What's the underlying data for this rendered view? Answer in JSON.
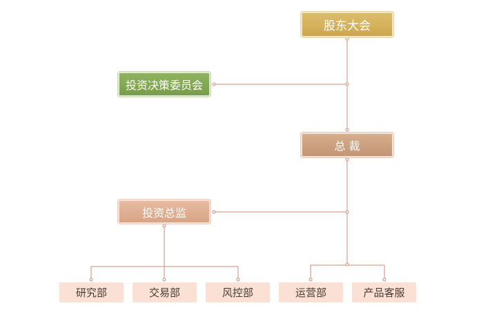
{
  "nodes": {
    "shareholders": "股东大会",
    "committee": "投资决策委员会",
    "president": "总 裁",
    "director": "投资总监",
    "research": "研究部",
    "trading": "交易部",
    "risk": "风控部",
    "operations": "运营部",
    "product": "产品客服"
  },
  "colors": {
    "line": "#d08a78",
    "gold": "#d5b25c",
    "green": "#83a852",
    "tan": "#caa07f",
    "salmon": "#dfae92",
    "leaf": "#fae0d5"
  }
}
